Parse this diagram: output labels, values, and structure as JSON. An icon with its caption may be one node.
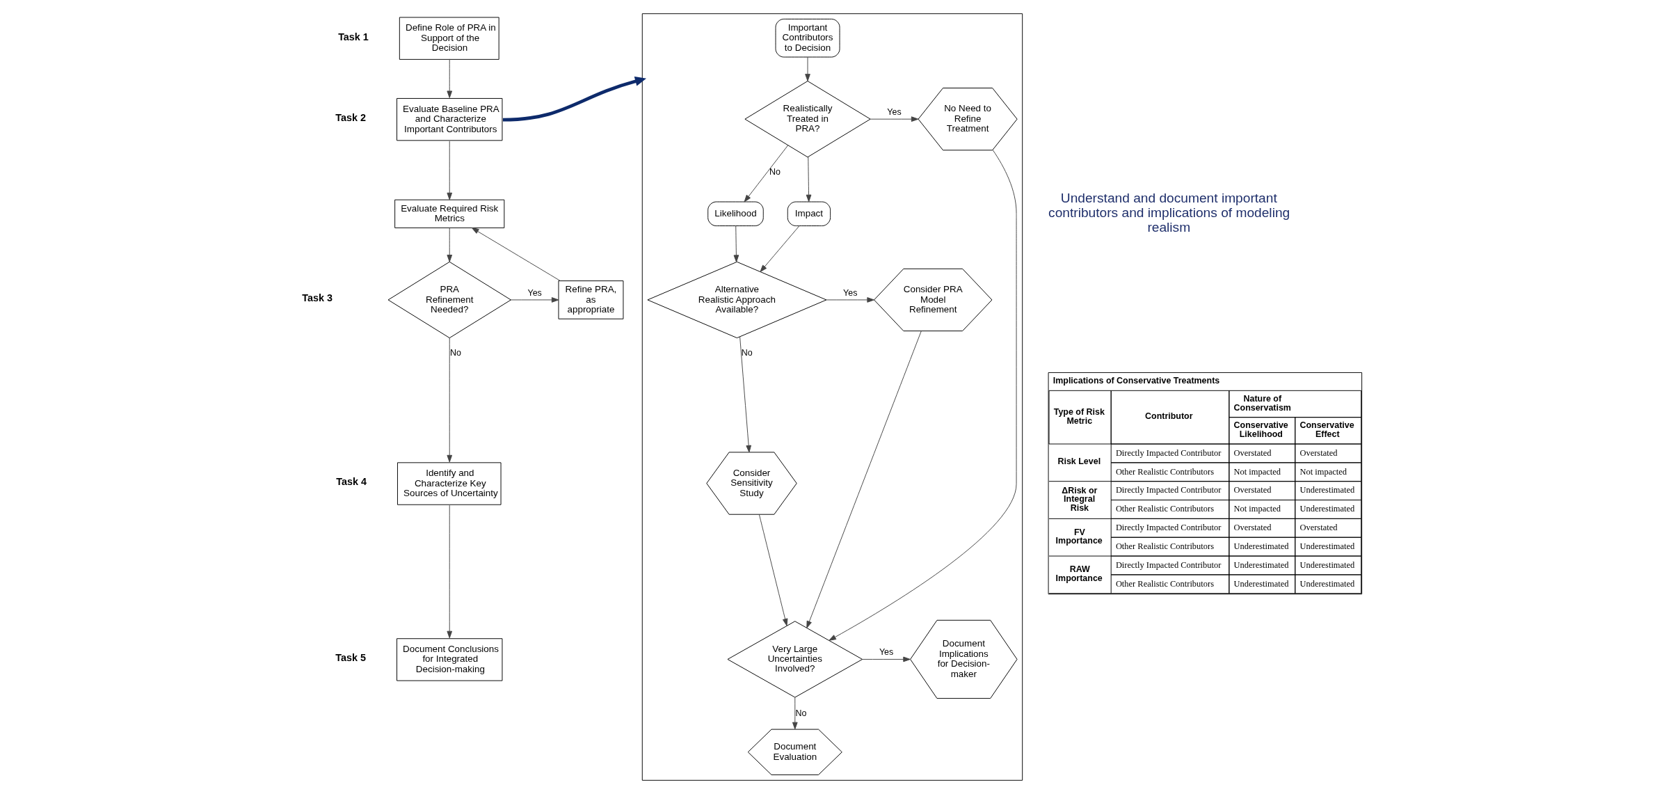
{
  "diagram": {
    "nodes": [
      {
        "text": [
          "Define Role of PRA in Support of the Decision"
        ],
        "beside": [
          "Task 1"
        ]
      },
      {
        "text": [
          "Evaluate Baseline PRA and Characterize Important Contributors"
        ],
        "beside": [
          "Task 2"
        ]
      },
      {
        "text": [
          "Evaluate Required Risk Metrics"
        ]
      },
      {
        "text": [
          "PRA Refinement Needed?"
        ]
      },
      {
        "text": [
          "Refine PRA, as appropriate"
        ]
      },
      {
        "text": [
          "Identify and Characterize Key Sources of Uncertainty"
        ],
        "beside": [
          "Task 4"
        ]
      },
      {
        "text": [
          "Document Conclusions for Integrated Decision-making"
        ],
        "beside": [
          "Task 5"
        ]
      },
      {
        "text": [],
        "shape": "box"
      },
      {
        "text": [
          "Important Contributors to Decision"
        ],
        "in": 7
      },
      {
        "text": [
          "Realistically Treated in PRA?"
        ],
        "in": 7
      },
      {
        "text": [
          "No Need to Refine Treatment"
        ],
        "in": 7
      },
      {
        "text": [
          "Likelihood"
        ],
        "in": 7
      },
      {
        "text": [
          "Impact"
        ],
        "in": 7
      },
      {
        "text": [
          "Alternative Realistic Approach Available?"
        ],
        "in": 7
      },
      {
        "text": [
          "Consider PRA Model Refinement"
        ],
        "in": 7
      },
      {
        "text": [
          "Consider Sensitivity Study"
        ],
        "in": 7
      },
      {
        "text": [
          "Very Large Uncertainties Involved?"
        ],
        "in": 7
      },
      {
        "text": [
          "Document Implications for Decision-maker"
        ],
        "in": 7
      },
      {
        "text": [
          "Document Evaluation"
        ],
        "in": 7
      }
    ],
    "edges": [
      {
        "from": 0,
        "to": 1,
        "arrow": "to"
      },
      {
        "from": 1,
        "to": 2,
        "arrow": "to"
      },
      {
        "from": 2,
        "to": 3,
        "arrow": "to"
      },
      {
        "from": 3,
        "to": 4,
        "arrow": "to",
        "label": "Yes"
      },
      {
        "from": 4,
        "to": 2,
        "arrow": "to"
      },
      {
        "from": 3,
        "to": 5,
        "arrow": "to",
        "label": "No"
      },
      {
        "from": 5,
        "to": 6,
        "arrow": "to"
      },
      {
        "from": 1,
        "to": 7,
        "arrow": "to",
        "style": "thick",
        "color": "#0d2a6b"
      },
      {
        "from": 8,
        "to": 9,
        "arrow": "to"
      },
      {
        "from": 9,
        "to": 10,
        "arrow": "to",
        "label": "Yes"
      },
      {
        "from": 9,
        "to": 11,
        "arrow": "to",
        "label": "No"
      },
      {
        "from": 9,
        "to": 12,
        "arrow": "to"
      },
      {
        "from": 11,
        "to": 13,
        "arrow": "to"
      },
      {
        "from": 12,
        "to": 13,
        "arrow": "to"
      },
      {
        "from": 13,
        "to": 14,
        "arrow": "to",
        "label": "Yes"
      },
      {
        "from": 13,
        "to": 15,
        "arrow": "to",
        "label": "No"
      },
      {
        "from": 10,
        "to": 16,
        "arrow": "to"
      },
      {
        "from": 14,
        "to": 16,
        "arrow": "to"
      },
      {
        "from": 15,
        "to": 16,
        "arrow": "to"
      },
      {
        "from": 16,
        "to": 17,
        "arrow": "to",
        "label": "Yes"
      },
      {
        "from": 16,
        "to": 18,
        "arrow": "to",
        "label": "No"
      }
    ],
    "labels": [
      "Task 3",
      "Understand and document important contributors and implications of modeling realism",
      "Implications of Conservative Treatments",
      "Type of Risk Metric",
      "Contributor",
      "Nature of Conservatism",
      "Conservative Likelihood",
      "Conservative Effect",
      "Risk Level",
      "Directly Impacted Contributor",
      "Overstated",
      "Overstated",
      "Other Realistic Contributors",
      "Not impacted",
      "Not impacted",
      "ΔRisk or Integral Risk",
      "Directly Impacted Contributor",
      "Overstated",
      "Underestimated",
      "Other Realistic Contributors",
      "Not impacted",
      "Underestimated",
      "FV Importance",
      "Directly Impacted Contributor",
      "Overstated",
      "Overstated",
      "Other Realistic Contributors",
      "Underestimated",
      "Underestimated",
      "RAW Importance",
      "Directly Impacted Contributor",
      "Underestimated",
      "Underestimated",
      "Other Realistic Contributors",
      "Underestimated",
      "Underestimated"
    ]
  }
}
